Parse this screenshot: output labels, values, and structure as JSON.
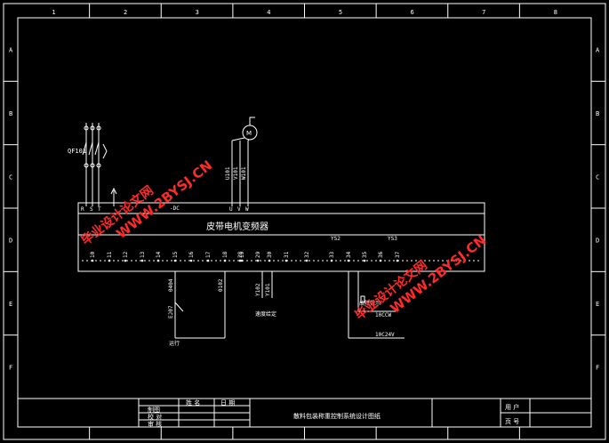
{
  "frame": {
    "columns": [
      "1",
      "2",
      "3",
      "4",
      "5",
      "6",
      "7",
      "8"
    ],
    "rows": [
      "A",
      "B",
      "C",
      "D",
      "E",
      "F"
    ]
  },
  "breaker": {
    "label": "QF101"
  },
  "vfd": {
    "title": "皮带电机变频器",
    "top_terminals": [
      "R",
      "S",
      "T"
    ],
    "out_terminals": [
      "U",
      "V",
      "W"
    ],
    "dc_label": "-DC",
    "terminals": [
      "10",
      "11",
      "12",
      "13",
      "14",
      "15",
      "16",
      "17",
      "18",
      "19",
      "28",
      "29",
      "30",
      "31",
      "32",
      "33",
      "34",
      "35",
      "36",
      "37"
    ],
    "relay_labels": [
      "YS2",
      "YS3"
    ]
  },
  "motor_wires": [
    "U101",
    "V101",
    "W101"
  ],
  "signals": {
    "wire_a": "0404",
    "wire_b": "0102",
    "wire_c": "Y102",
    "wire_d": "Y101",
    "wire_e": "EJ07",
    "run_label": "运行",
    "speed_label": "速度给定",
    "fault_label": "故障指示",
    "v1": "10CCW",
    "v2": "10C24V"
  },
  "title_block": {
    "headers": [
      "姓 名",
      "日 期"
    ],
    "rows": [
      "制图",
      "校 对",
      "审 核"
    ],
    "drawing_title": "散料包装称重控制系统设计图纸",
    "user_label": "用 户",
    "page_label": "页 号"
  },
  "watermarks": [
    {
      "cn": "毕业设计论文网",
      "url": "WWW.2BYSJ.CN"
    },
    {
      "cn": "毕业设计论文网",
      "url": "WWW.2BYSJ.CN"
    }
  ]
}
